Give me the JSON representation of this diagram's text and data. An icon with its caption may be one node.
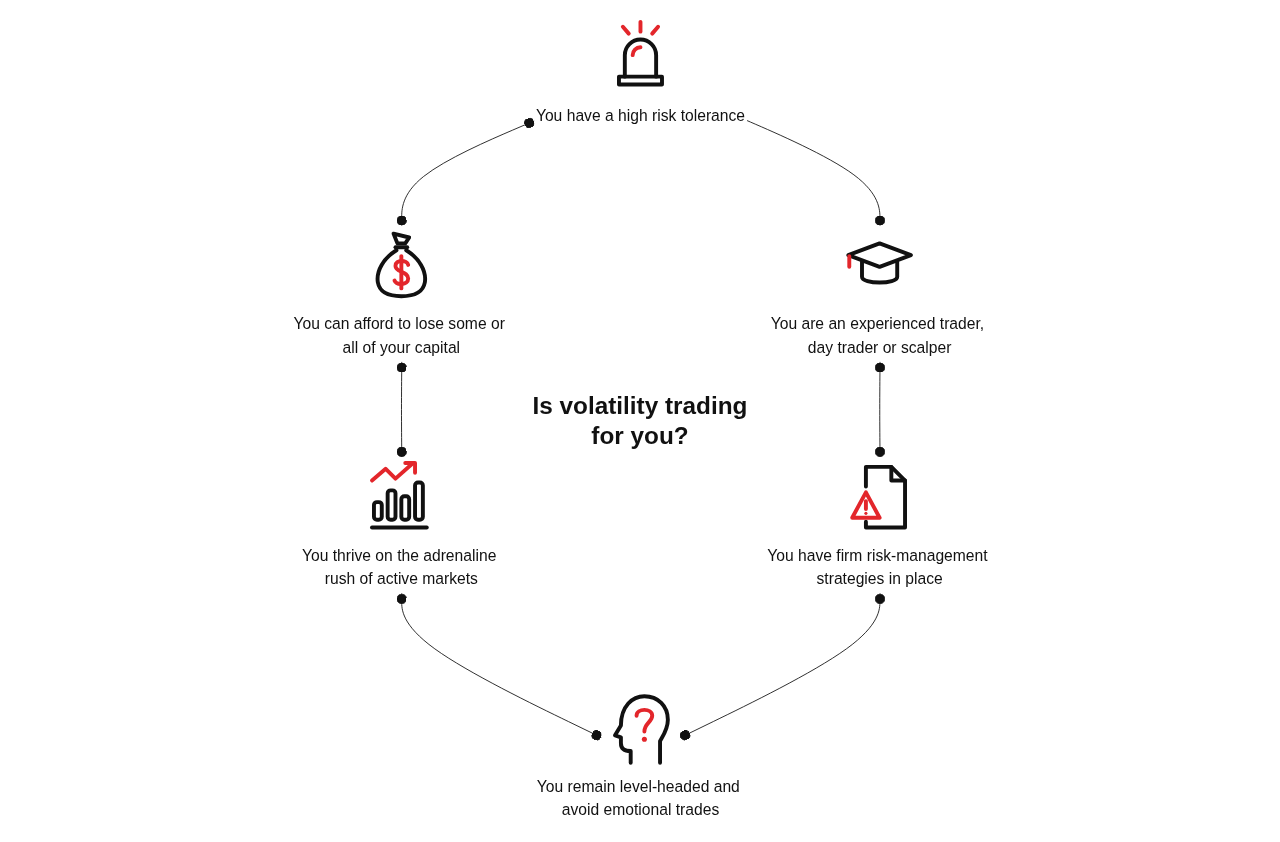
{
  "diagram": {
    "title": "Is volatility trading for you?",
    "nodes": [
      {
        "text": [
          "You have a high risk tolerance"
        ]
      },
      {
        "text": [
          "You can afford to lose some or all of your capital"
        ]
      },
      {
        "text": [
          "You are an experienced trader, day trader or scalper"
        ]
      },
      {
        "text": [
          "You thrive on the adrenaline rush of active markets"
        ]
      },
      {
        "text": [
          "You have firm risk-management strategies in place"
        ]
      },
      {
        "text": [
          "You remain level-headed and avoid emotional trades"
        ]
      }
    ],
    "edges": [
      {
        "from": 0,
        "to": 1,
        "arrow": "other"
      },
      {
        "from": 0,
        "to": 2,
        "arrow": "other"
      },
      {
        "from": 1,
        "to": 3,
        "arrow": "other"
      },
      {
        "from": 2,
        "to": 4,
        "arrow": "other"
      },
      {
        "from": 3,
        "to": 5,
        "arrow": "other"
      },
      {
        "from": 4,
        "to": 5,
        "arrow": "other"
      }
    ]
  }
}
